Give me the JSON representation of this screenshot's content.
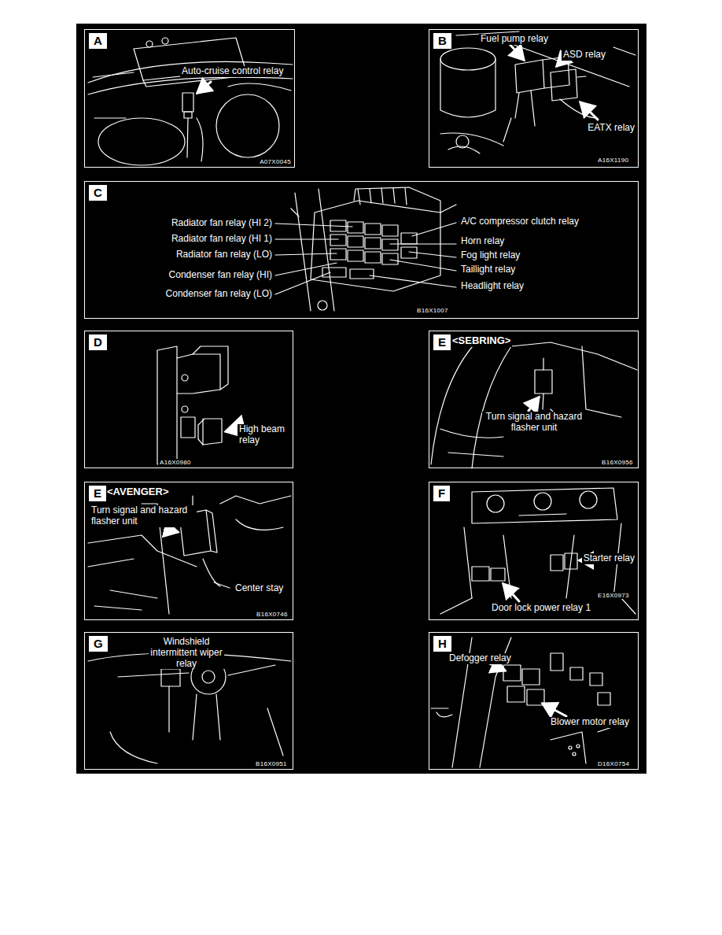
{
  "diagram": {
    "nodes": [
      {
        "text": [
          "Auto-cruise control relay",
          "A07X0045"
        ]
      },
      {
        "text": [
          "A"
        ],
        "in": 0
      },
      {
        "text": [
          "Fuel pump relay",
          "ASD relay",
          "EATX relay",
          "A16X1190"
        ]
      },
      {
        "text": [
          "B"
        ],
        "in": 2
      },
      {
        "text": [
          "Radiator fan relay (HI 2)",
          "Radiator fan relay (HI 1)",
          "Radiator fan relay (LO)",
          "Condenser fan relay (HI)",
          "Condenser fan relay (LO)",
          "A/C compressor clutch relay",
          "Horn relay",
          "Fog light relay",
          "Taillight relay",
          "Headlight relay",
          "B16X1007"
        ]
      },
      {
        "text": [
          "C"
        ],
        "in": 4
      },
      {
        "text": [
          "High beam relay",
          "A16X0980"
        ]
      },
      {
        "text": [
          "D"
        ],
        "in": 6
      },
      {
        "text": [
          "<SEBRING>",
          "Turn signal and hazard flasher unit",
          "B16X0956"
        ]
      },
      {
        "text": [
          "E"
        ],
        "in": 8
      },
      {
        "text": [
          "<AVENGER>",
          "Turn signal and hazard flasher unit",
          "Center stay",
          "B16X0746"
        ]
      },
      {
        "text": [
          "E"
        ],
        "in": 10
      },
      {
        "text": [
          "Starter relay",
          "Door lock power relay 1",
          "E16X0973"
        ]
      },
      {
        "text": [
          "F"
        ],
        "in": 12
      },
      {
        "text": [
          "Windshield intermittent wiper relay",
          "B16X0951"
        ]
      },
      {
        "text": [
          "G"
        ],
        "in": 14
      },
      {
        "text": [
          "Defogger relay",
          "Blower motor relay",
          "D16X0754"
        ]
      },
      {
        "text": [
          "H"
        ],
        "in": 16
      }
    ]
  }
}
